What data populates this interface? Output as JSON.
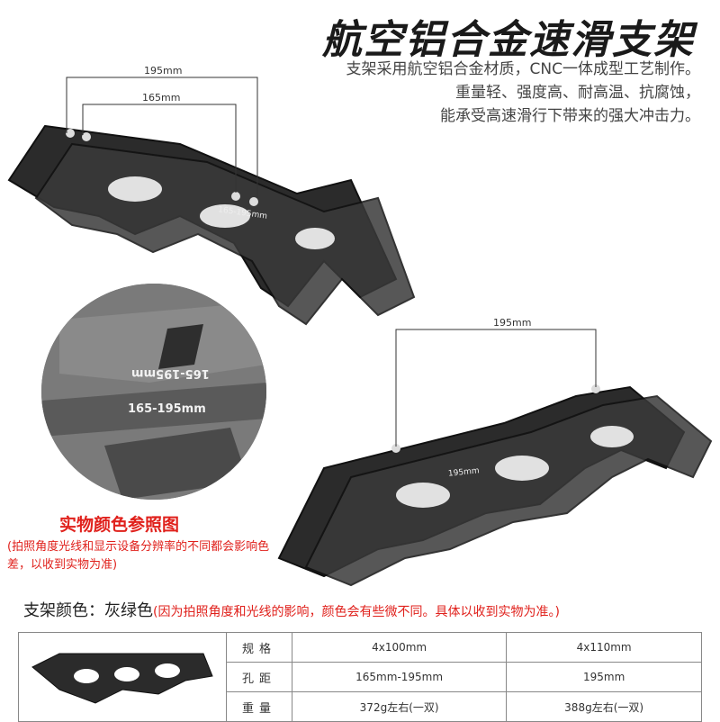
{
  "title": "航空铝合金速滑支架",
  "description": [
    "支架采用航空铝合金材质，CNC一体成型工艺制作。",
    "重量轻、强度高、耐高温、抗腐蚀，",
    "能承受高速滑行下带来的强大冲击力。"
  ],
  "dimensions": {
    "top_outer": "195mm",
    "top_inner": "165mm",
    "right": "195mm"
  },
  "frame_engravings": {
    "top_frame": "165-195mm",
    "right_frame": "195mm"
  },
  "zoom": {
    "label_upper": "165-195mm",
    "label_lower": "165-195mm"
  },
  "notes": {
    "color_reference": "实物颜色参照图",
    "color_disclaimer": "(拍照角度光线和显示设备分辨率的不同都会影响色差，以收到实物为准)"
  },
  "frame_color": {
    "label": "支架颜色：",
    "value": "灰绿色",
    "remark": "(因为拍照角度和光线的影响，颜色会有些微不同。具体以收到实物为准。)"
  },
  "spec_table": {
    "rows": [
      {
        "label": "规格",
        "a": "4x100mm",
        "b": "4x110mm"
      },
      {
        "label": "孔距",
        "a": "165mm-195mm",
        "b": "195mm"
      },
      {
        "label": "重量",
        "a": "372g左右(一双)",
        "b": "388g左右(一双)"
      }
    ]
  },
  "colors": {
    "accent_red": "#e0211c",
    "frame_dark": "#2b2b2b"
  }
}
